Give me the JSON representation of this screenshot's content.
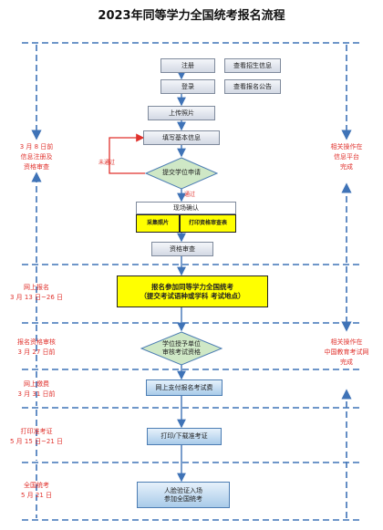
{
  "title": "2023年同等学力全国统考报名流程",
  "steps": {
    "register": "注册",
    "check_info": "查看招生信息",
    "login": "登录",
    "check_notice": "查看报名公告",
    "upload_photo": "上传照片",
    "fill_info": "填写基本信息",
    "submit_apply": "提交学位申请",
    "not_pass": "未通过",
    "pass": "通过",
    "onsite": "现场确认",
    "collect_photo": "采集照片",
    "print_form": "打印资格审查表",
    "qual_review": "资格审查",
    "enroll_exam": "报名参加同等学力全国统考",
    "enroll_exam_detail": "（提交考试语种或学科  考试地点）",
    "unit_review": "学位授予单位",
    "unit_review2": "审核考试资格",
    "pay_fee": "网上支付报名考试费",
    "print_ticket": "打印/下载准考证",
    "exam": "人脸验证入场",
    "exam2": "参加全国统考"
  },
  "left_notes": {
    "stage1_1": "3 月 8 日前",
    "stage1_2": "信息注册及",
    "stage1_3": "资格审查",
    "stage2_1": "网上报名",
    "stage2_2": "3 月 13 日~26 日",
    "stage3_1": "报名资格审核",
    "stage3_2": "3 月 27 日前",
    "stage4_1": "网上缴费",
    "stage4_2": "3 月 31 日前",
    "stage5_1": "打印准考证",
    "stage5_2": "5 月 15 日~21 日",
    "stage6_1": "全国统考",
    "stage6_2": "5 月 21 日"
  },
  "right_notes": {
    "a1": "相关操作在",
    "a2": "信息平台",
    "a3": "完成",
    "b1": "相关操作在",
    "b2": "中国教育考试网",
    "b3": "完成"
  },
  "colors": {
    "accent_blue": "#3f73b7",
    "note_red": "#e0312c",
    "highlight_yellow": "#ffff00"
  }
}
